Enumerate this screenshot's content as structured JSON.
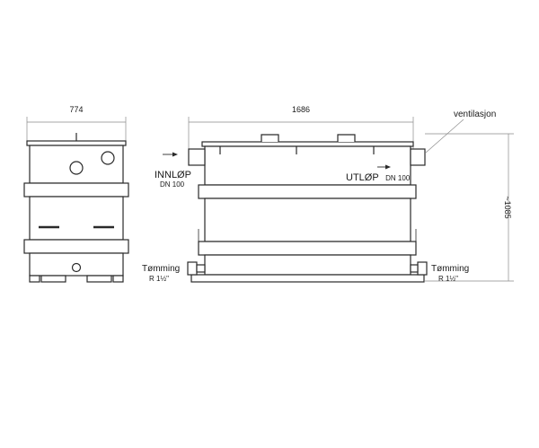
{
  "dimensions": {
    "width_side": "774",
    "length_front": "1686",
    "height": "~1085"
  },
  "labels": {
    "ventilation": "ventilasjon",
    "inlet": "INNLØP",
    "inlet_dn": "DN 100",
    "outlet": "UTLØP",
    "outlet_dn": "DN 100",
    "drain_left": "Tømming",
    "drain_left_size": "R 1½\"",
    "drain_right": "Tømming",
    "drain_right_size": "R 1½\""
  },
  "colors": {
    "line": "#2a2a2a",
    "dim_line": "#8a8a8a",
    "fill": "#ffffff"
  }
}
